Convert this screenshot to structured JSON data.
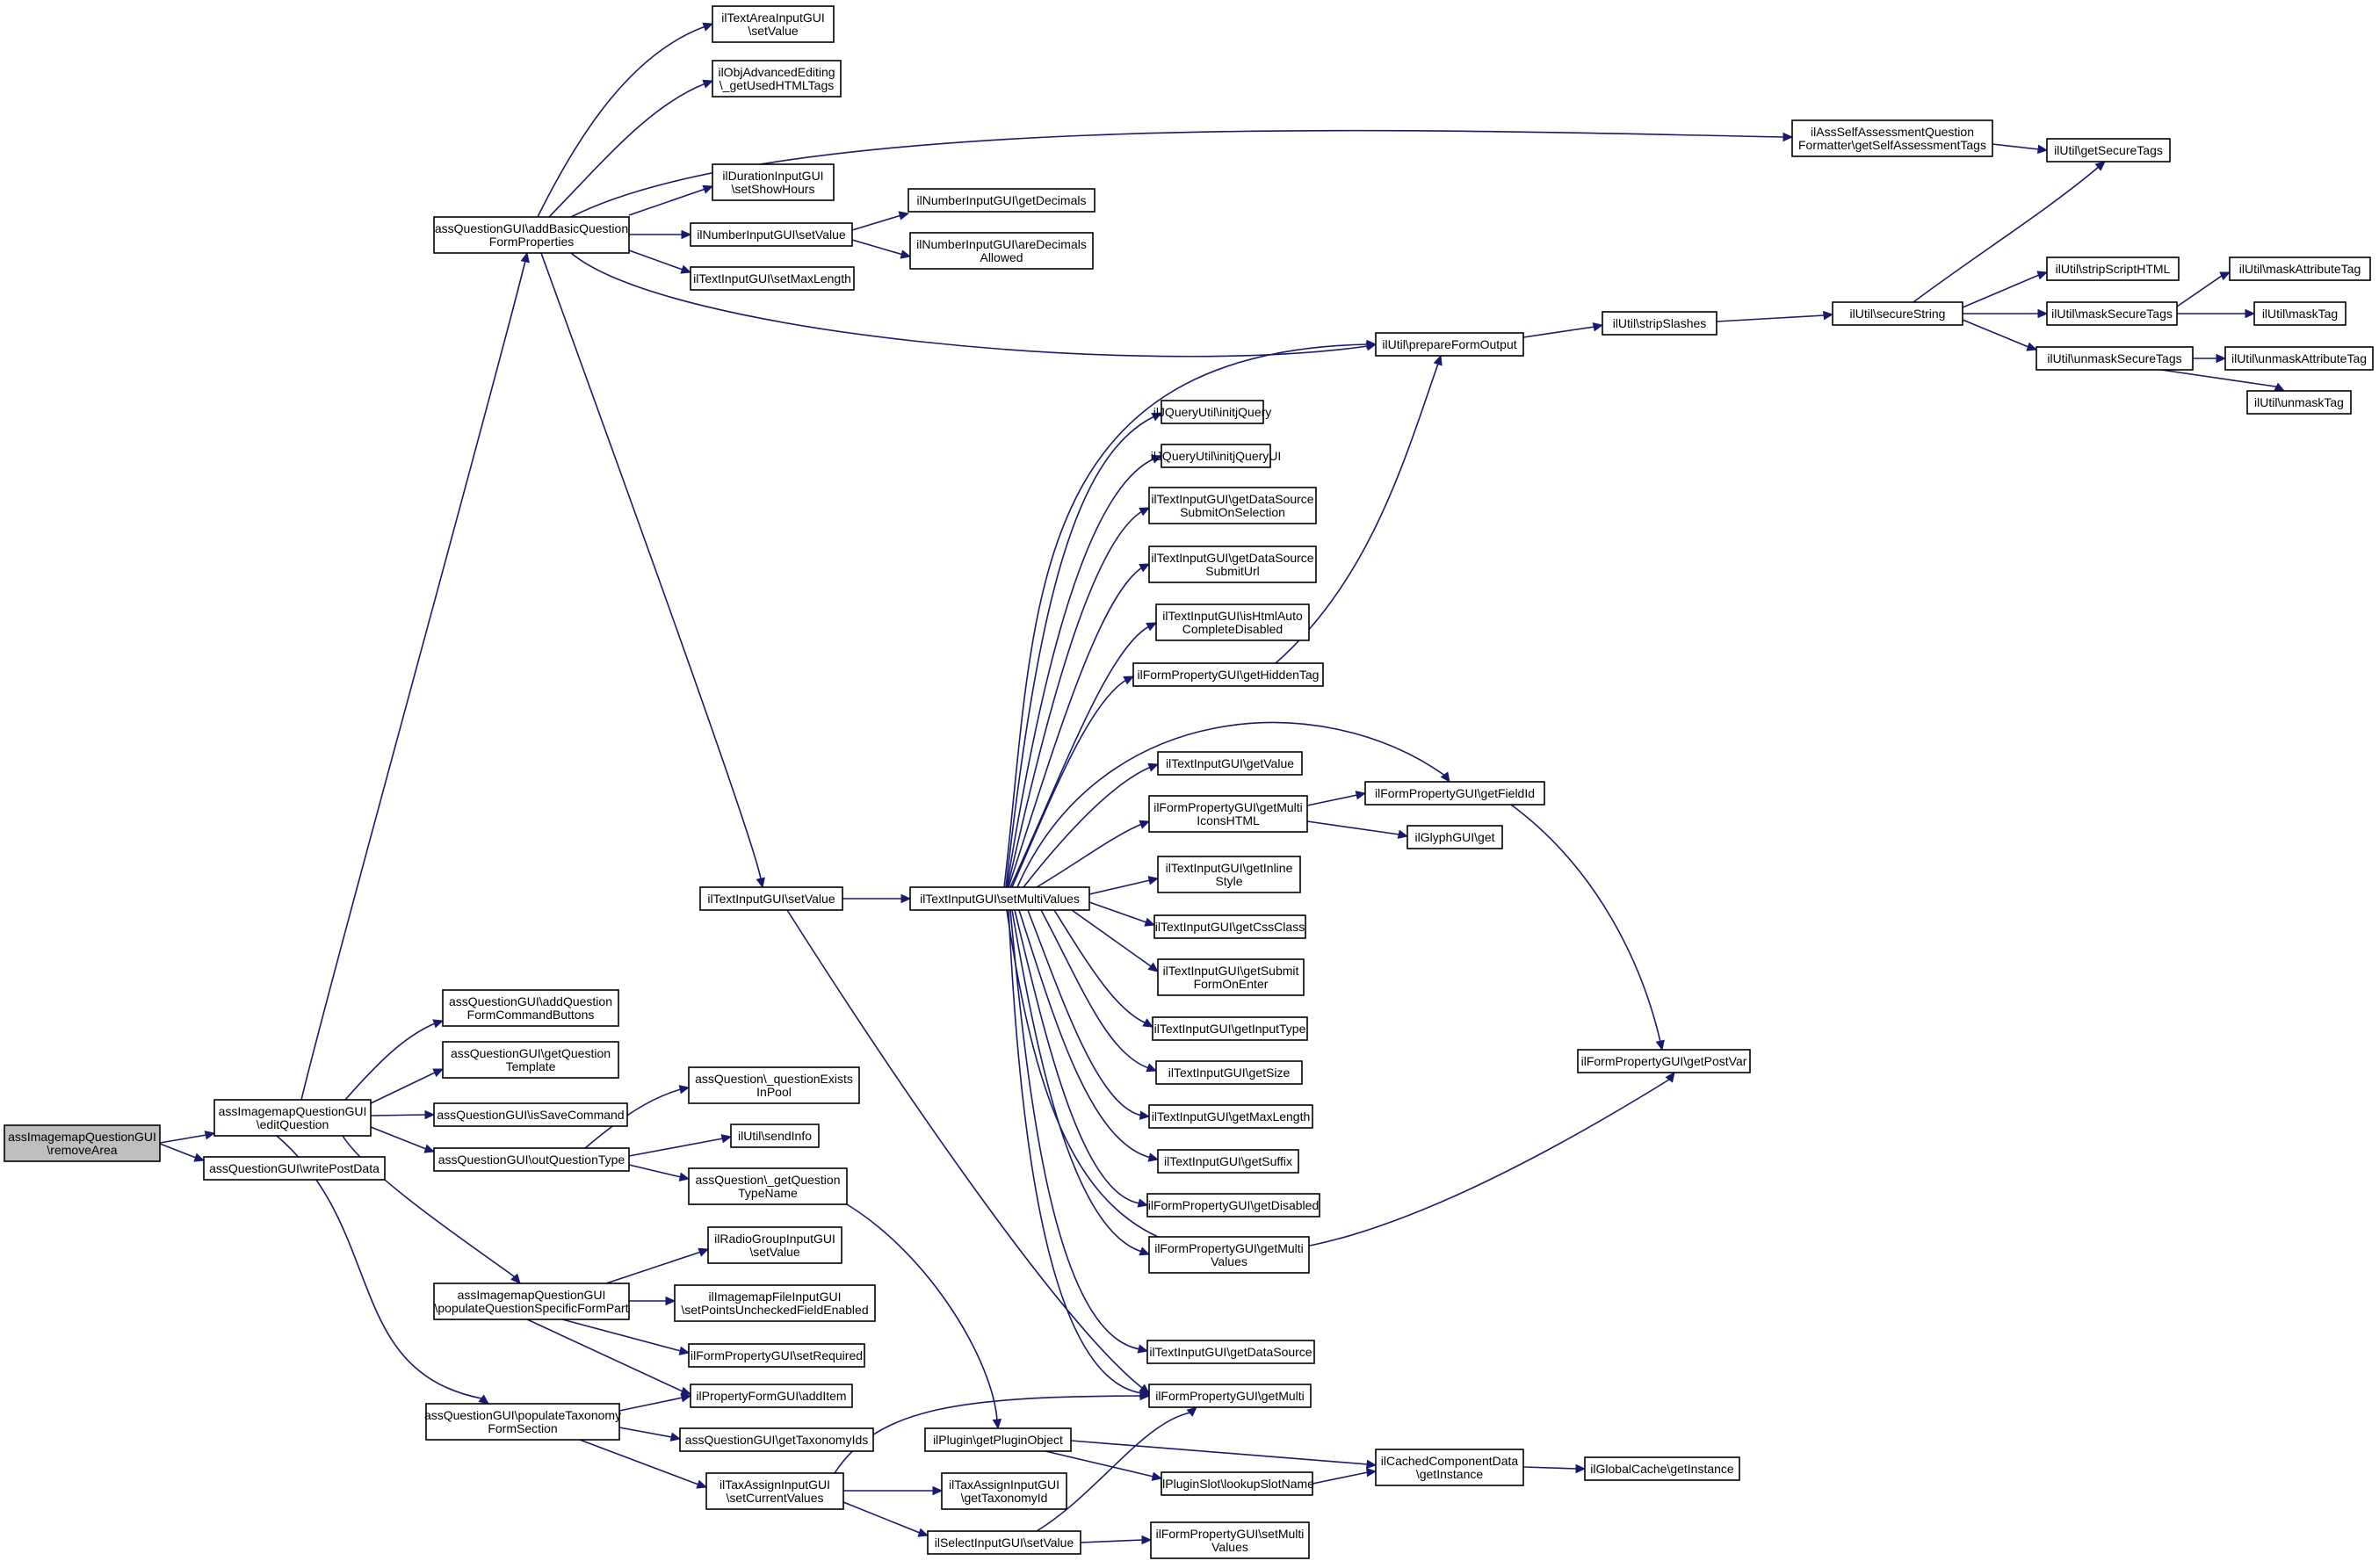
{
  "colors": {
    "edge": "#191970",
    "node_border": "#000000",
    "root_fill": "#bfbfbf",
    "node_fill": "#ffffff"
  },
  "nodes": {
    "n1": {
      "lines": [
        "assImagemapQuestionGUI",
        "\\removeArea"
      ]
    },
    "n2": {
      "lines": [
        "assImagemapQuestionGUI",
        "\\editQuestion"
      ]
    },
    "n3": {
      "lines": [
        "assQuestionGUI\\writePostData"
      ]
    },
    "n4": {
      "lines": [
        "assQuestionGUI\\addBasicQuestion",
        "FormProperties"
      ]
    },
    "n5": {
      "lines": [
        "assQuestionGUI\\addQuestion",
        "FormCommandButtons"
      ]
    },
    "n6": {
      "lines": [
        "assQuestionGUI\\getQuestion",
        "Template"
      ]
    },
    "n7": {
      "lines": [
        "assQuestionGUI\\isSaveCommand"
      ]
    },
    "n8": {
      "lines": [
        "assQuestionGUI\\outQuestionType"
      ]
    },
    "n9": {
      "lines": [
        "assImagemapQuestionGUI",
        "\\populateQuestionSpecificFormPart"
      ]
    },
    "n10": {
      "lines": [
        "assQuestionGUI\\populateTaxonomy",
        "FormSection"
      ]
    },
    "n11": {
      "lines": [
        "ilTextAreaInputGUI",
        "\\setValue"
      ]
    },
    "n12": {
      "lines": [
        "ilObjAdvancedEditing",
        "\\_getUsedHTMLTags"
      ]
    },
    "n13": {
      "lines": [
        "ilDurationInputGUI",
        "\\setShowHours"
      ]
    },
    "n14": {
      "lines": [
        "ilNumberInputGUI\\setValue"
      ]
    },
    "n15": {
      "lines": [
        "ilTextInputGUI\\setMaxLength"
      ]
    },
    "n16": {
      "lines": [
        "ilNumberInputGUI\\getDecimals"
      ]
    },
    "n17": {
      "lines": [
        "ilNumberInputGUI\\areDecimals",
        "Allowed"
      ]
    },
    "n18": {
      "lines": [
        "ilAssSelfAssessmentQuestion",
        "Formatter\\getSelfAssessmentTags"
      ]
    },
    "n19": {
      "lines": [
        "ilUtil\\getSecureTags"
      ]
    },
    "n20": {
      "lines": [
        "ilUtil\\prepareFormOutput"
      ]
    },
    "n21": {
      "lines": [
        "ilUtil\\stripSlashes"
      ]
    },
    "n22": {
      "lines": [
        "ilUtil\\secureString"
      ]
    },
    "n23": {
      "lines": [
        "ilUtil\\stripScriptHTML"
      ]
    },
    "n24": {
      "lines": [
        "ilUtil\\maskSecureTags"
      ]
    },
    "n25": {
      "lines": [
        "ilUtil\\unmaskSecureTags"
      ]
    },
    "n26": {
      "lines": [
        "ilUtil\\maskAttributeTag"
      ]
    },
    "n27": {
      "lines": [
        "ilUtil\\maskTag"
      ]
    },
    "n28": {
      "lines": [
        "ilUtil\\unmaskAttributeTag"
      ]
    },
    "n29": {
      "lines": [
        "ilUtil\\unmaskTag"
      ]
    },
    "n30": {
      "lines": [
        "ilTextInputGUI\\setValue"
      ]
    },
    "n31": {
      "lines": [
        "ilTextInputGUI\\setMultiValues"
      ]
    },
    "n32": {
      "lines": [
        "ilJQueryUtil\\initjQuery"
      ]
    },
    "n33": {
      "lines": [
        "ilJQueryUtil\\initjQueryUI"
      ]
    },
    "n34": {
      "lines": [
        "ilTextInputGUI\\getDataSource",
        "SubmitOnSelection"
      ]
    },
    "n35": {
      "lines": [
        "ilTextInputGUI\\getDataSource",
        "SubmitUrl"
      ]
    },
    "n36": {
      "lines": [
        "ilTextInputGUI\\isHtmlAuto",
        "CompleteDisabled"
      ]
    },
    "n37": {
      "lines": [
        "ilFormPropertyGUI\\getHiddenTag"
      ]
    },
    "n38": {
      "lines": [
        "ilTextInputGUI\\getValue"
      ]
    },
    "n39": {
      "lines": [
        "ilFormPropertyGUI\\getMulti",
        "IconsHTML"
      ]
    },
    "n40": {
      "lines": [
        "ilTextInputGUI\\getInline",
        "Style"
      ]
    },
    "n41": {
      "lines": [
        "ilTextInputGUI\\getCssClass"
      ]
    },
    "n42": {
      "lines": [
        "ilTextInputGUI\\getSubmit",
        "FormOnEnter"
      ]
    },
    "n43": {
      "lines": [
        "ilTextInputGUI\\getInputType"
      ]
    },
    "n44": {
      "lines": [
        "ilTextInputGUI\\getSize"
      ]
    },
    "n45": {
      "lines": [
        "ilTextInputGUI\\getMaxLength"
      ]
    },
    "n46": {
      "lines": [
        "ilTextInputGUI\\getSuffix"
      ]
    },
    "n47": {
      "lines": [
        "ilFormPropertyGUI\\getDisabled"
      ]
    },
    "n48": {
      "lines": [
        "ilFormPropertyGUI\\getMulti",
        "Values"
      ]
    },
    "n49": {
      "lines": [
        "ilTextInputGUI\\getDataSource"
      ]
    },
    "n50": {
      "lines": [
        "ilFormPropertyGUI\\getMulti"
      ]
    },
    "n51": {
      "lines": [
        "ilFormPropertyGUI\\getFieldId"
      ]
    },
    "n52": {
      "lines": [
        "ilGlyphGUI\\get"
      ]
    },
    "n53": {
      "lines": [
        "ilFormPropertyGUI\\getPostVar"
      ]
    },
    "n54": {
      "lines": [
        "assQuestion\\_questionExists",
        "InPool"
      ]
    },
    "n55": {
      "lines": [
        "ilUtil\\sendInfo"
      ]
    },
    "n56": {
      "lines": [
        "assQuestion\\_getQuestion",
        "TypeName"
      ]
    },
    "n57": {
      "lines": [
        "ilRadioGroupInputGUI",
        "\\setValue"
      ]
    },
    "n58": {
      "lines": [
        "ilImagemapFileInputGUI",
        "\\setPointsUncheckedFieldEnabled"
      ]
    },
    "n59": {
      "lines": [
        "ilFormPropertyGUI\\setRequired"
      ]
    },
    "n60": {
      "lines": [
        "ilPropertyFormGUI\\addItem"
      ]
    },
    "n61": {
      "lines": [
        "assQuestionGUI\\getTaxonomyIds"
      ]
    },
    "n62": {
      "lines": [
        "ilTaxAssignInputGUI",
        "\\setCurrentValues"
      ]
    },
    "n63": {
      "lines": [
        "ilPlugin\\getPluginObject"
      ]
    },
    "n64": {
      "lines": [
        "ilPluginSlot\\lookupSlotName"
      ]
    },
    "n65": {
      "lines": [
        "ilCachedComponentData",
        "\\getInstance"
      ]
    },
    "n66": {
      "lines": [
        "ilGlobalCache\\getInstance"
      ]
    },
    "n67": {
      "lines": [
        "ilTaxAssignInputGUI",
        "\\getTaxonomyId"
      ]
    },
    "n68": {
      "lines": [
        "ilSelectInputGUI\\setValue"
      ]
    },
    "n69": {
      "lines": [
        "ilFormPropertyGUI\\setMulti",
        "Values"
      ]
    }
  }
}
